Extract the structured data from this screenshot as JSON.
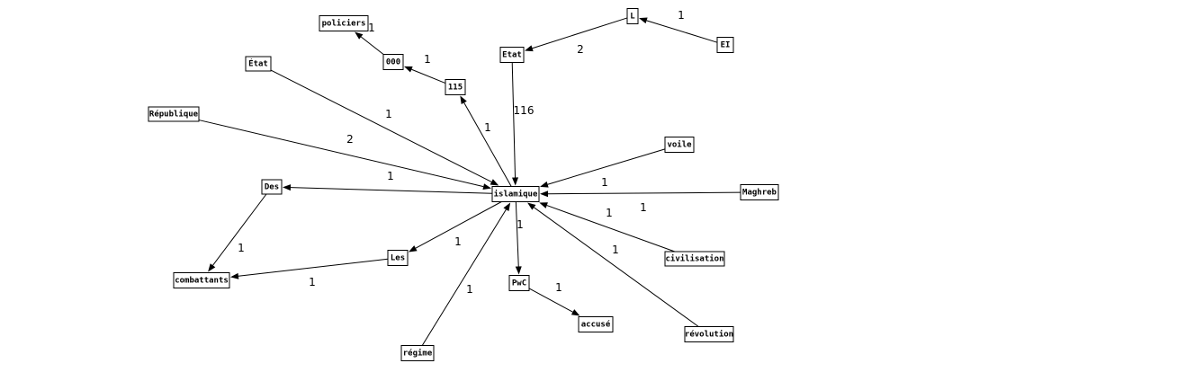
{
  "nodes": [
    {
      "id": "policiers",
      "label": "policiers"
    },
    {
      "id": "L",
      "label": "L"
    },
    {
      "id": "EI",
      "label": "EI"
    },
    {
      "id": "etat_top",
      "label": "État"
    },
    {
      "id": "000",
      "label": "000"
    },
    {
      "id": "Etat",
      "label": "Etat"
    },
    {
      "id": "115",
      "label": "115"
    },
    {
      "id": "Republique",
      "label": "République"
    },
    {
      "id": "voile",
      "label": "voile"
    },
    {
      "id": "Des",
      "label": "Des"
    },
    {
      "id": "islamique",
      "label": "islamique"
    },
    {
      "id": "Maghreb",
      "label": "Maghreb"
    },
    {
      "id": "civilisation",
      "label": "civilisation"
    },
    {
      "id": "Les",
      "label": "Les"
    },
    {
      "id": "combattants",
      "label": "combattants"
    },
    {
      "id": "PwC",
      "label": "PwC"
    },
    {
      "id": "accuse",
      "label": "accusé"
    },
    {
      "id": "revolution",
      "label": "révolution"
    },
    {
      "id": "regime",
      "label": "régime"
    }
  ],
  "edges": [
    {
      "from": "000",
      "to": "policiers",
      "label": "1"
    },
    {
      "from": "EI",
      "to": "L",
      "label": "1"
    },
    {
      "from": "L",
      "to": "Etat",
      "label": "2"
    },
    {
      "from": "115",
      "to": "000",
      "label": "1"
    },
    {
      "from": "islamique",
      "to": "115",
      "label": "1"
    },
    {
      "from": "Etat",
      "to": "islamique",
      "label": "116"
    },
    {
      "from": "etat_top",
      "to": "islamique",
      "label": "1"
    },
    {
      "from": "Republique",
      "to": "islamique",
      "label": "2"
    },
    {
      "from": "islamique",
      "to": "Des",
      "label": "1"
    },
    {
      "from": "voile",
      "to": "islamique",
      "label": "1"
    },
    {
      "from": "Maghreb",
      "to": "islamique",
      "label": "1"
    },
    {
      "from": "civilisation",
      "to": "islamique",
      "label": "1"
    },
    {
      "from": "revolution",
      "to": "islamique",
      "label": "1"
    },
    {
      "from": "islamique",
      "to": "Les",
      "label": "1"
    },
    {
      "from": "islamique",
      "to": "PwC",
      "label": "1"
    },
    {
      "from": "regime",
      "to": "islamique",
      "label": "1"
    },
    {
      "from": "Des",
      "to": "combattants",
      "label": "1"
    },
    {
      "from": "Les",
      "to": "combattants",
      "label": "1"
    },
    {
      "from": "PwC",
      "to": "accuse",
      "label": "1"
    }
  ]
}
